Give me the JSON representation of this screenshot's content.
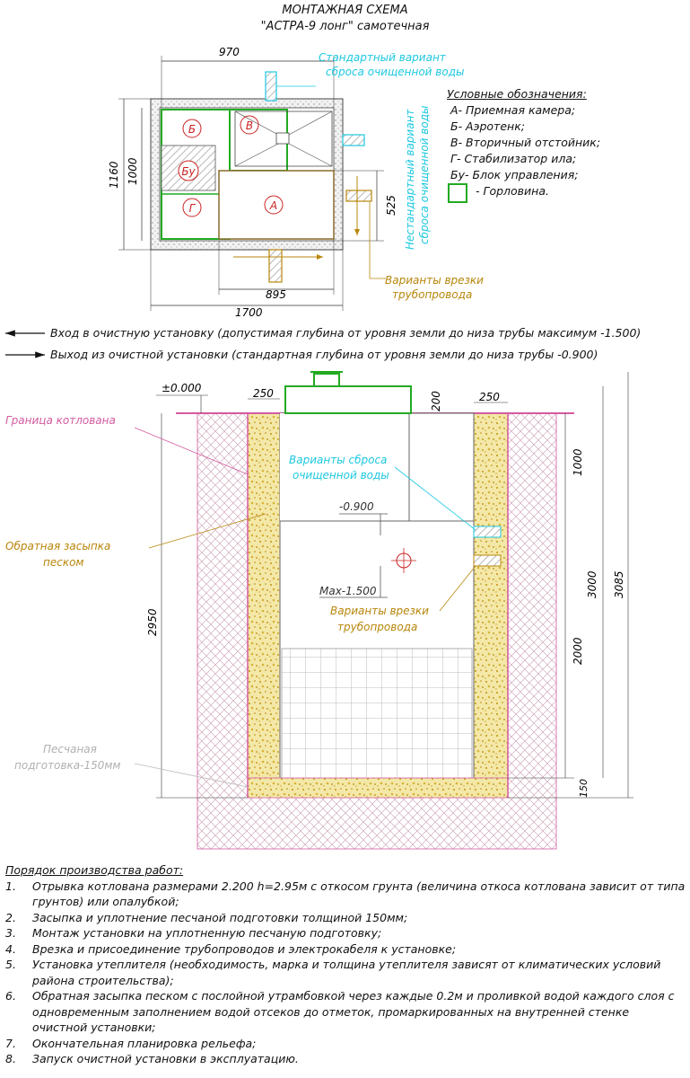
{
  "title": {
    "line1": "МОНТАЖНАЯ СХЕМА",
    "line2": "\"АСТРА-9 лонг\" самотечная"
  },
  "plan": {
    "dim_top": "970",
    "dim_left_outer": "1160",
    "dim_left_inner": "1000",
    "dim_right": "525",
    "dim_bottom_inner": "895",
    "dim_bottom_outer": "1700",
    "compartments": [
      "Б",
      "В",
      "Бу",
      "Г",
      "А"
    ],
    "standard_outlet": [
      "Стандартный вариант",
      "сброса очищенной воды"
    ],
    "nonstandard_outlet": [
      "Нестандартный вариант",
      "сброса очищенной воды"
    ],
    "pipe_variants": [
      "Варианты врезки",
      "трубопровода"
    ]
  },
  "legend": {
    "header": "Условные обозначения:",
    "items": [
      "А- Приемная камера;",
      "Б- Аэротенк;",
      "В- Вторичный отстойник;",
      "Г- Стабилизатор ила;",
      "Бу- Блок управления;"
    ],
    "hatch_label": "- Горловина."
  },
  "flows": {
    "inlet": "Вход в очистную установку (допустимая глубина от уровня земли до низа трубы максимум -1.500)",
    "outlet": "Выход из очистной установки (стандартная глубина от уровня земли до низа трубы -0.900)"
  },
  "section": {
    "ground_level": "±0.000",
    "dim_250_left": "250",
    "dim_200": "200",
    "dim_250_right": "250",
    "pit_border": "Граница котлована",
    "backfill": [
      "Обратная засыпка",
      "песком"
    ],
    "sand_bed": [
      "Песчаная",
      "подготовка-150мм"
    ],
    "outlet_variants": [
      "Варианты сброса",
      "очищенной воды"
    ],
    "level_09": "-0.900",
    "level_15": "Max-1.500",
    "pipe_variants": [
      "Варианты врезки",
      "трубопровода"
    ],
    "dim_2950": "2950",
    "dim_1000": "1000",
    "dim_3000": "3000",
    "dim_2000": "2000",
    "dim_3085": "3085",
    "dim_150": "150"
  },
  "steps": {
    "header": "Порядок производства работ:",
    "items": [
      {
        "n": "1.",
        "t": "Отрывка котлована размерами 2.200 h=2.95м с откосом грунта (величина откоса котлована зависит от типа грунтов) или опалубкой;"
      },
      {
        "n": "2.",
        "t": "Засыпка и уплотнение песчаной подготовки толщиной 150мм;"
      },
      {
        "n": "3.",
        "t": "Монтаж установки на уплотненную песчаную подготовку;"
      },
      {
        "n": "4.",
        "t": "Врезка и присоединение трубопроводов и электрокабеля к установке;"
      },
      {
        "n": "5.",
        "t": "Установка утеплителя (необходимость, марка и толщина утеплителя зависят от климатических условий района строительства);"
      },
      {
        "n": "6.",
        "t": "Обратная засыпка песком с послойной утрамбовкой через каждые 0.2м и проливкой водой каждого слоя с одновременным заполнением водой отсеков до отметок, промаркированных на внутренней стенке очистной установки;"
      },
      {
        "n": "7.",
        "t": "Окончательная планировка рельефа;"
      },
      {
        "n": "8.",
        "t": "Запуск очистной установки в эксплуатацию."
      }
    ]
  },
  "colors": {
    "cyan": "#1ec8e0",
    "orange": "#b8860b",
    "green": "#22aa22",
    "pink": "#d45ba0",
    "red": "#cc2222",
    "sand": "#e8d47a"
  }
}
